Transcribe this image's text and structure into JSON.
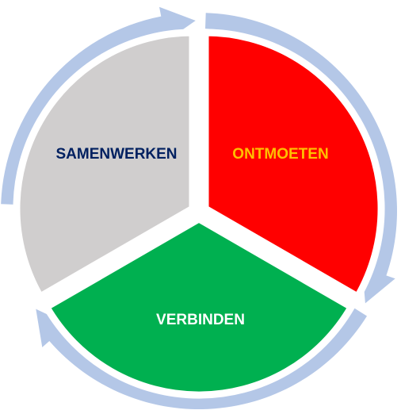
{
  "colors": {
    "arrow": "#b4c7e7",
    "ontmoeten_fill": "#ff0000",
    "ontmoeten_text": "#ffc000",
    "verbinden_fill": "#00b050",
    "verbinden_text": "#ffffff",
    "samenwerken_fill": "#d0cece",
    "samenwerken_text": "#002060"
  },
  "segments": [
    {
      "id": "ontmoeten",
      "label": "ONTMOETEN"
    },
    {
      "id": "verbinden",
      "label": "VERBINDEN"
    },
    {
      "id": "samenwerken",
      "label": "SAMENWERKEN"
    }
  ],
  "arrows": {
    "direction": "clockwise",
    "count": 3
  }
}
